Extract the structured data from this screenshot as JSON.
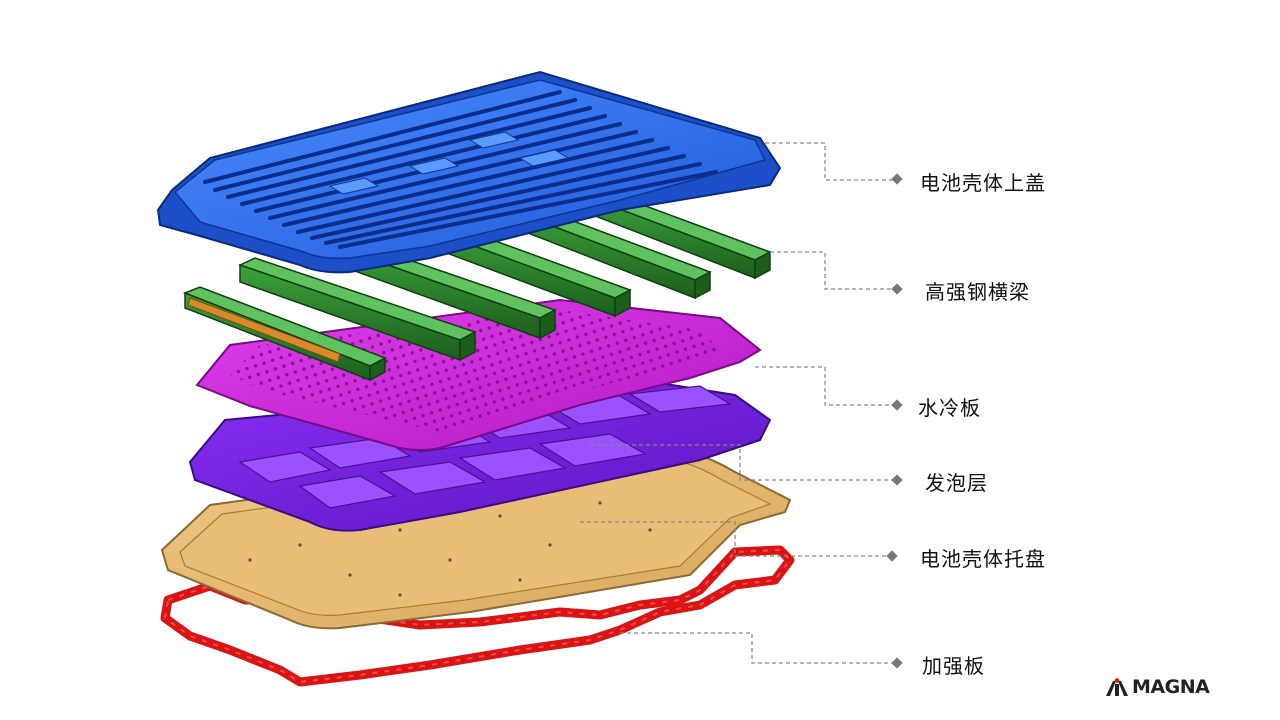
{
  "components": [
    {
      "label": "电池壳体上盖",
      "color": "#2f6fe6"
    },
    {
      "label": "高强钢横梁",
      "color": "#2f8a2f"
    },
    {
      "label": "水冷板",
      "color": "#d020d8"
    },
    {
      "label": "发泡层",
      "color": "#7a22e0"
    },
    {
      "label": "电池壳体托盘",
      "color": "#e8b86c"
    },
    {
      "label": "加强板",
      "color": "#e01818"
    }
  ],
  "logo": {
    "text": "MAGNA"
  },
  "leader_color": "#888888"
}
